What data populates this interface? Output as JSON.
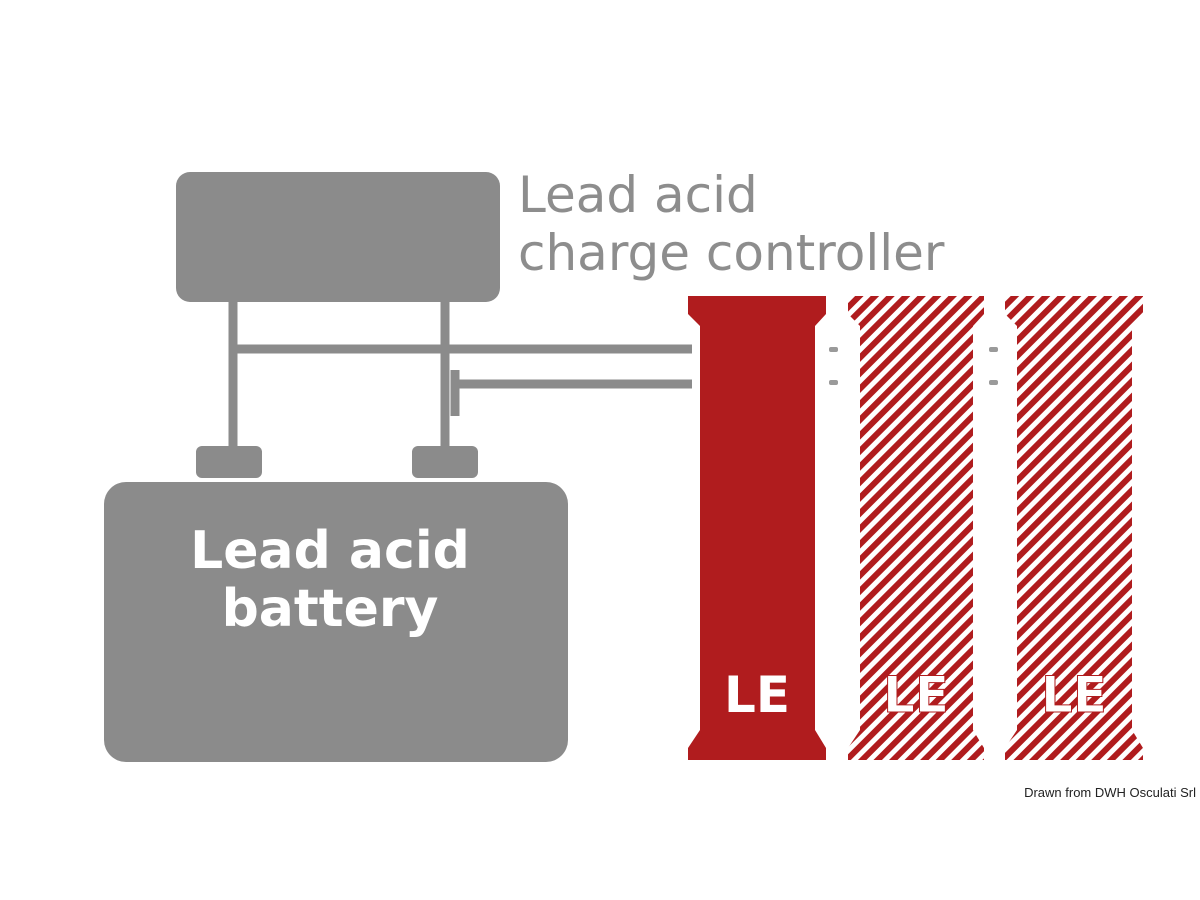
{
  "controller": {
    "label_line1": "Lead acid",
    "label_line2": "charge controller"
  },
  "battery": {
    "label_line1": "Lead acid",
    "label_line2": "battery"
  },
  "modules": [
    {
      "label": "LE",
      "style": "solid"
    },
    {
      "label": "LE",
      "style": "hatched"
    },
    {
      "label": "LE",
      "style": "hatched"
    }
  ],
  "credit": "Drawn from DWH Osculati Srl",
  "colors": {
    "gray": "#8b8b8b",
    "red": "#b01c1e",
    "label_gray": "#8d8d8d"
  }
}
